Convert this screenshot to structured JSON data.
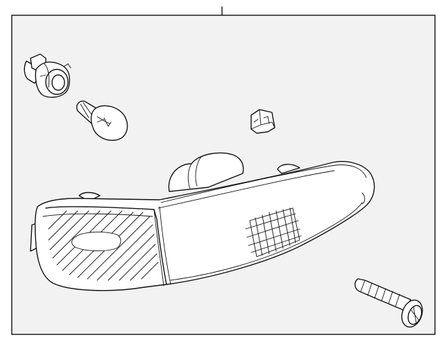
{
  "diagram": {
    "background_color": "#f2f2f2",
    "line_color": "#111111",
    "parts": [
      {
        "id": "socket",
        "icon": "bulb-socket-icon"
      },
      {
        "id": "bulb",
        "icon": "light-bulb-icon"
      },
      {
        "id": "clip",
        "icon": "retaining-clip-icon"
      },
      {
        "id": "lamp-assembly",
        "icon": "turn-signal-lamp-icon"
      },
      {
        "id": "screw",
        "icon": "screw-icon"
      }
    ]
  }
}
